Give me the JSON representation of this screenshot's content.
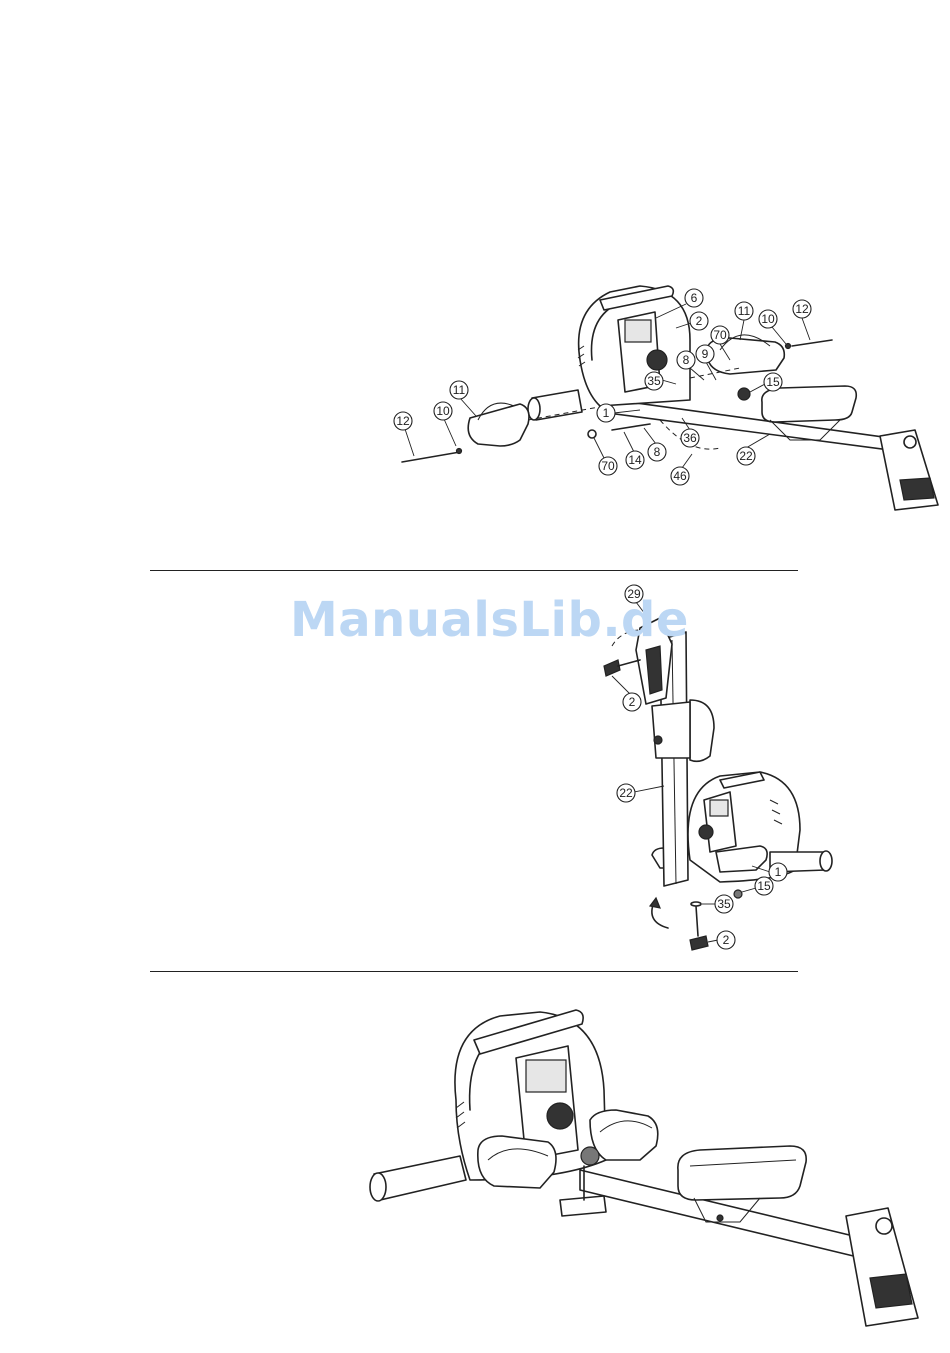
{
  "watermark": "ManualsLib.de",
  "step1": {
    "callouts": [
      "6",
      "2",
      "11",
      "10",
      "12",
      "8",
      "9",
      "70",
      "35",
      "15",
      "1",
      "36",
      "22",
      "11",
      "10",
      "12",
      "70",
      "14",
      "8",
      "46"
    ]
  },
  "step2": {
    "callouts": [
      "29",
      "2",
      "22",
      "1",
      "15",
      "35",
      "2"
    ]
  },
  "colors": {
    "line": "#222222",
    "watermark": "#bcd7f4",
    "background": "#ffffff"
  }
}
